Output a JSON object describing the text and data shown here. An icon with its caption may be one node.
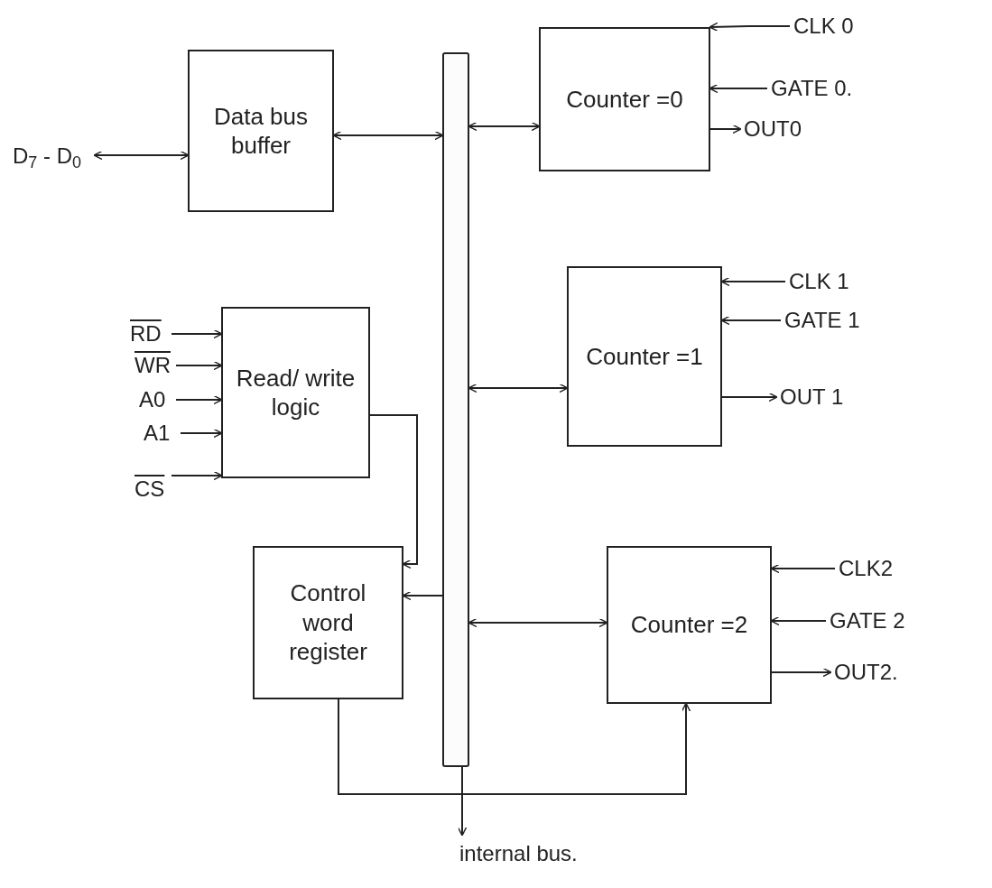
{
  "diagram": {
    "nodes": [
      {
        "text": [
          "Data bus buffer"
        ]
      },
      {
        "text": [
          "D$_{7}$ - D$_{0}$"
        ]
      },
      {
        "text": [],
        "shape": "bar"
      },
      {
        "text": [
          "Counter =0"
        ]
      },
      {
        "text": [
          "CLK 0"
        ]
      },
      {
        "text": [
          "GATE 0."
        ]
      },
      {
        "text": [
          "OUT0"
        ]
      },
      {
        "text": [
          "Read/ write logic"
        ]
      },
      {
        "text": [
          "RD"
        ]
      },
      {
        "text": [
          "WR"
        ]
      },
      {
        "text": [
          "A0"
        ]
      },
      {
        "text": [
          "A1"
        ]
      },
      {
        "text": [
          "CS"
        ]
      },
      {
        "text": [
          "Counter =1"
        ]
      },
      {
        "text": [
          "CLK 1"
        ]
      },
      {
        "text": [
          "GATE 1"
        ]
      },
      {
        "text": [
          "OUT 1"
        ]
      },
      {
        "text": [
          "Control word register"
        ]
      },
      {
        "text": [
          "Counter =2"
        ]
      },
      {
        "text": [
          "CLK2"
        ]
      },
      {
        "text": [
          "GATE 2"
        ]
      },
      {
        "text": [
          "OUT2."
        ]
      },
      {
        "text": [
          "internal bus."
        ]
      }
    ],
    "edges": [
      {
        "from": 1,
        "to": 0,
        "arrow": "both"
      },
      {
        "from": 0,
        "to": 2,
        "arrow": "both"
      },
      {
        "from": 2,
        "to": 3,
        "arrow": "both"
      },
      {
        "from": 4,
        "to": 3,
        "arrow": "to"
      },
      {
        "from": 5,
        "to": 3,
        "arrow": "to"
      },
      {
        "from": 3,
        "to": 6,
        "arrow": "to"
      },
      {
        "from": 8,
        "to": 7,
        "arrow": "to"
      },
      {
        "from": 9,
        "to": 7,
        "arrow": "to"
      },
      {
        "from": 10,
        "to": 7,
        "arrow": "to"
      },
      {
        "from": 11,
        "to": 7,
        "arrow": "to"
      },
      {
        "from": 12,
        "to": 7,
        "arrow": "to"
      },
      {
        "from": 2,
        "to": 13,
        "arrow": "both"
      },
      {
        "from": 14,
        "to": 13,
        "arrow": "to"
      },
      {
        "from": 15,
        "to": 13,
        "arrow": "to"
      },
      {
        "from": 13,
        "to": 16,
        "arrow": "to"
      },
      {
        "from": 7,
        "to": 17,
        "arrow": "to"
      },
      {
        "from": 2,
        "to": 17,
        "arrow": "to"
      },
      {
        "from": 2,
        "to": 18,
        "arrow": "both"
      },
      {
        "from": 19,
        "to": 18,
        "arrow": "to"
      },
      {
        "from": 20,
        "to": 18,
        "arrow": "to"
      },
      {
        "from": 18,
        "to": 21,
        "arrow": "to"
      },
      {
        "from": 17,
        "to": 18,
        "arrow": "to"
      },
      {
        "from": 2,
        "to": 22,
        "arrow": "to"
      }
    ]
  }
}
